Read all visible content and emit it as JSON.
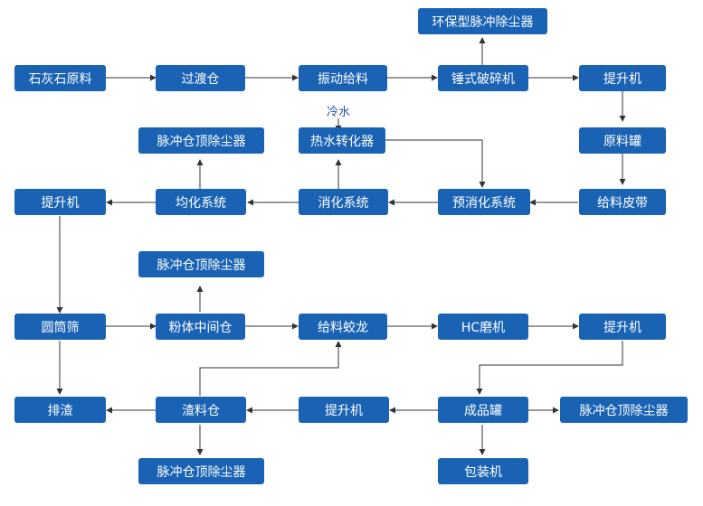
{
  "colors": {
    "node_fill": "#1a63b4",
    "node_text": "#ffffff",
    "arrow": "#333333",
    "label": "#1d4f9c"
  },
  "nodes": {
    "raw_limestone": "石灰石原料",
    "transfer_bin": "过渡仓",
    "vibrating_feeder": "振动给料",
    "hammer_crusher": "锤式破碎机",
    "eco_pulse_collector": "环保型脉冲除尘器",
    "elevator_1": "提升机",
    "raw_material_tank": "原料罐",
    "feeding_belt": "给料皮带",
    "pre_slaking_system": "预消化系统",
    "slaking_system": "消化系统",
    "homogenizing_system": "均化系统",
    "elevator_2": "提升机",
    "heat_water_converter": "热水转化器",
    "bin_top_collector_1": "脉冲仓顶除尘器",
    "drum_screen": "圆筒筛",
    "discharge_slag": "排渣",
    "powder_intermediate_bin": "粉体中间仓",
    "bin_top_collector_2": "脉冲仓顶除尘器",
    "screw_feeder": "给料蛟龙",
    "hc_mill": "HC磨机",
    "elevator_3": "提升机",
    "product_tank": "成品罐",
    "bin_top_collector_3": "脉冲仓顶除尘器",
    "packing_machine": "包装机",
    "elevator_4": "提升机",
    "slag_bin": "渣料仓",
    "bin_top_collector_4": "脉冲仓顶除尘器"
  },
  "labels": {
    "cold_water": "冷水"
  }
}
